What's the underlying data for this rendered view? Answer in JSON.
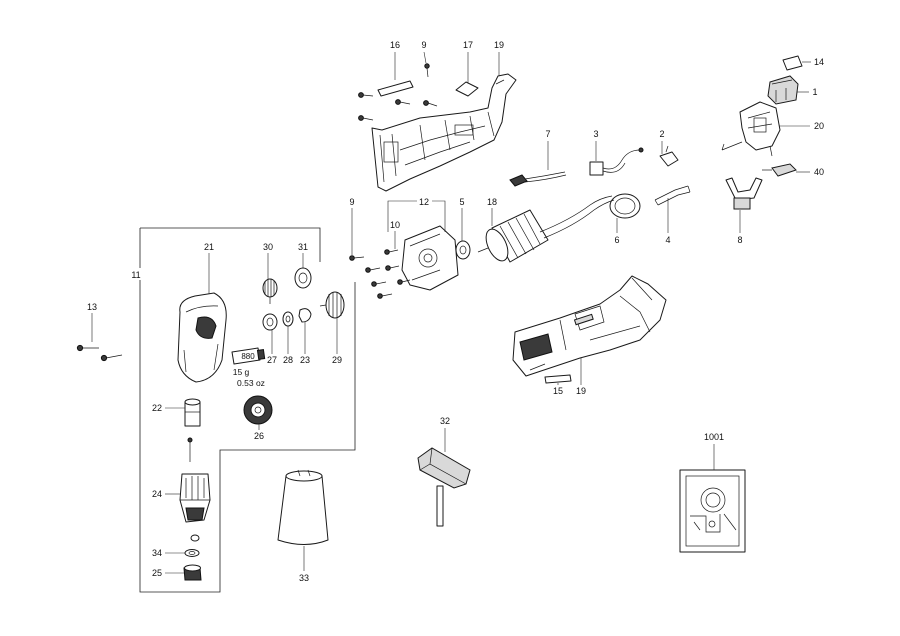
{
  "callouts": {
    "c16": "16",
    "c9a": "9",
    "c17": "17",
    "c19a": "19",
    "c14": "14",
    "c1": "1",
    "c20": "20",
    "c7": "7",
    "c3": "3",
    "c2": "2",
    "c40": "40",
    "c8": "8",
    "c4": "4",
    "c6": "6",
    "c18": "18",
    "c5": "5",
    "c12": "12",
    "c9b": "9",
    "c10": "10",
    "c11": "11",
    "c21": "21",
    "c30": "30",
    "c31": "31",
    "c13": "13",
    "c27": "27",
    "c28": "28",
    "c23": "23",
    "c29": "29",
    "c15": "15",
    "c19b": "19",
    "c22": "22",
    "c26": "26",
    "c32": "32",
    "c1001": "1001",
    "c24": "24",
    "c33": "33",
    "c34": "34",
    "c25": "25"
  },
  "grease": {
    "tube_label": "880",
    "weight_g": "15 g",
    "weight_oz": "0.53 oz"
  }
}
